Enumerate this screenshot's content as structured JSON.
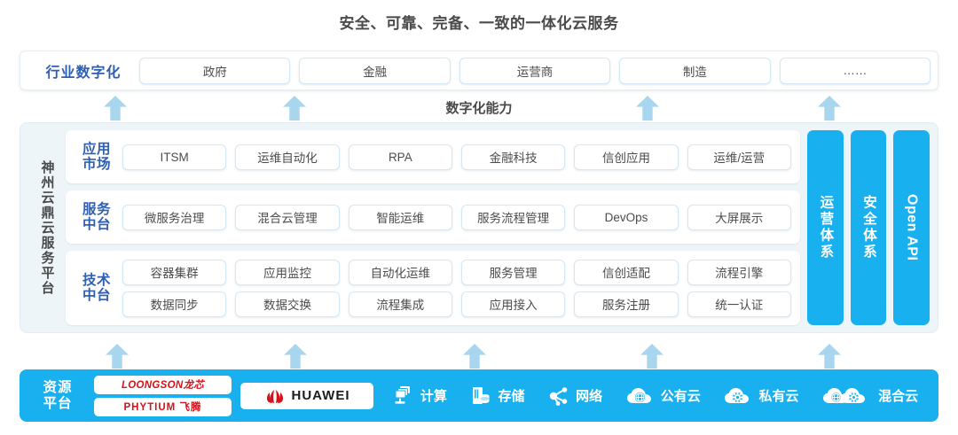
{
  "title": "安全、可靠、完备、一致的一体化云服务",
  "capability_caption": "数字化能力",
  "industry": {
    "label": "行业数字化",
    "items": [
      {
        "label": "政府"
      },
      {
        "label": "金融"
      },
      {
        "label": "运营商"
      },
      {
        "label": "制造"
      },
      {
        "label": "……"
      }
    ]
  },
  "platform": {
    "side_label": "神州云鼎云服务平台",
    "rows": [
      {
        "label_line1": "应用",
        "label_line2": "市场",
        "lines": [
          [
            "ITSM",
            "运维自动化",
            "RPA",
            "金融科技",
            "信创应用",
            "运维/运营"
          ]
        ]
      },
      {
        "label_line1": "服务",
        "label_line2": "中台",
        "lines": [
          [
            "微服务治理",
            "混合云管理",
            "智能运维",
            "服务流程管理",
            "DevOps",
            "大屏展示"
          ]
        ]
      },
      {
        "label_line1": "技术",
        "label_line2": "中台",
        "lines": [
          [
            "容器集群",
            "应用监控",
            "自动化运维",
            "服务管理",
            "信创适配",
            "流程引擎"
          ],
          [
            "数据同步",
            "数据交换",
            "流程集成",
            "应用接入",
            "服务注册",
            "统一认证"
          ]
        ]
      }
    ],
    "pillars": [
      {
        "label": "运营体系",
        "script": "cjk"
      },
      {
        "label": "安全体系",
        "script": "cjk"
      },
      {
        "label": "Open API",
        "script": "latin"
      }
    ]
  },
  "resource": {
    "label_line1": "资源",
    "label_line2": "平台",
    "vendors": [
      {
        "name": "LOONGSON龙芯",
        "style": "italic"
      },
      {
        "name": "PHYTIUM 飞腾",
        "style": "plain"
      }
    ],
    "huawei": {
      "name": "HUAWEI",
      "icon": "huawei-flower-icon"
    },
    "items": [
      {
        "label": "计算",
        "icon": "servers-stack-icon"
      },
      {
        "label": "存储",
        "icon": "storage-disk-icon"
      },
      {
        "label": "网络",
        "icon": "network-nodes-icon"
      },
      {
        "label": "公有云",
        "icon": "public-cloud-icon"
      },
      {
        "label": "私有云",
        "icon": "private-cloud-icon"
      },
      {
        "label": "混合云",
        "icon": "hybrid-cloud-icon"
      }
    ]
  },
  "colors": {
    "brand_blue": "#18b0ef",
    "arrow_blue": "#a9d6ef",
    "label_blue": "#2f5fb0",
    "panel_bg": "#eef5f8",
    "vendor_red": "#d4121a"
  },
  "arrows": {
    "top_row_x": [
      130,
      332,
      730,
      935
    ],
    "bottom_row_x": [
      132,
      333,
      535,
      735,
      935
    ]
  }
}
